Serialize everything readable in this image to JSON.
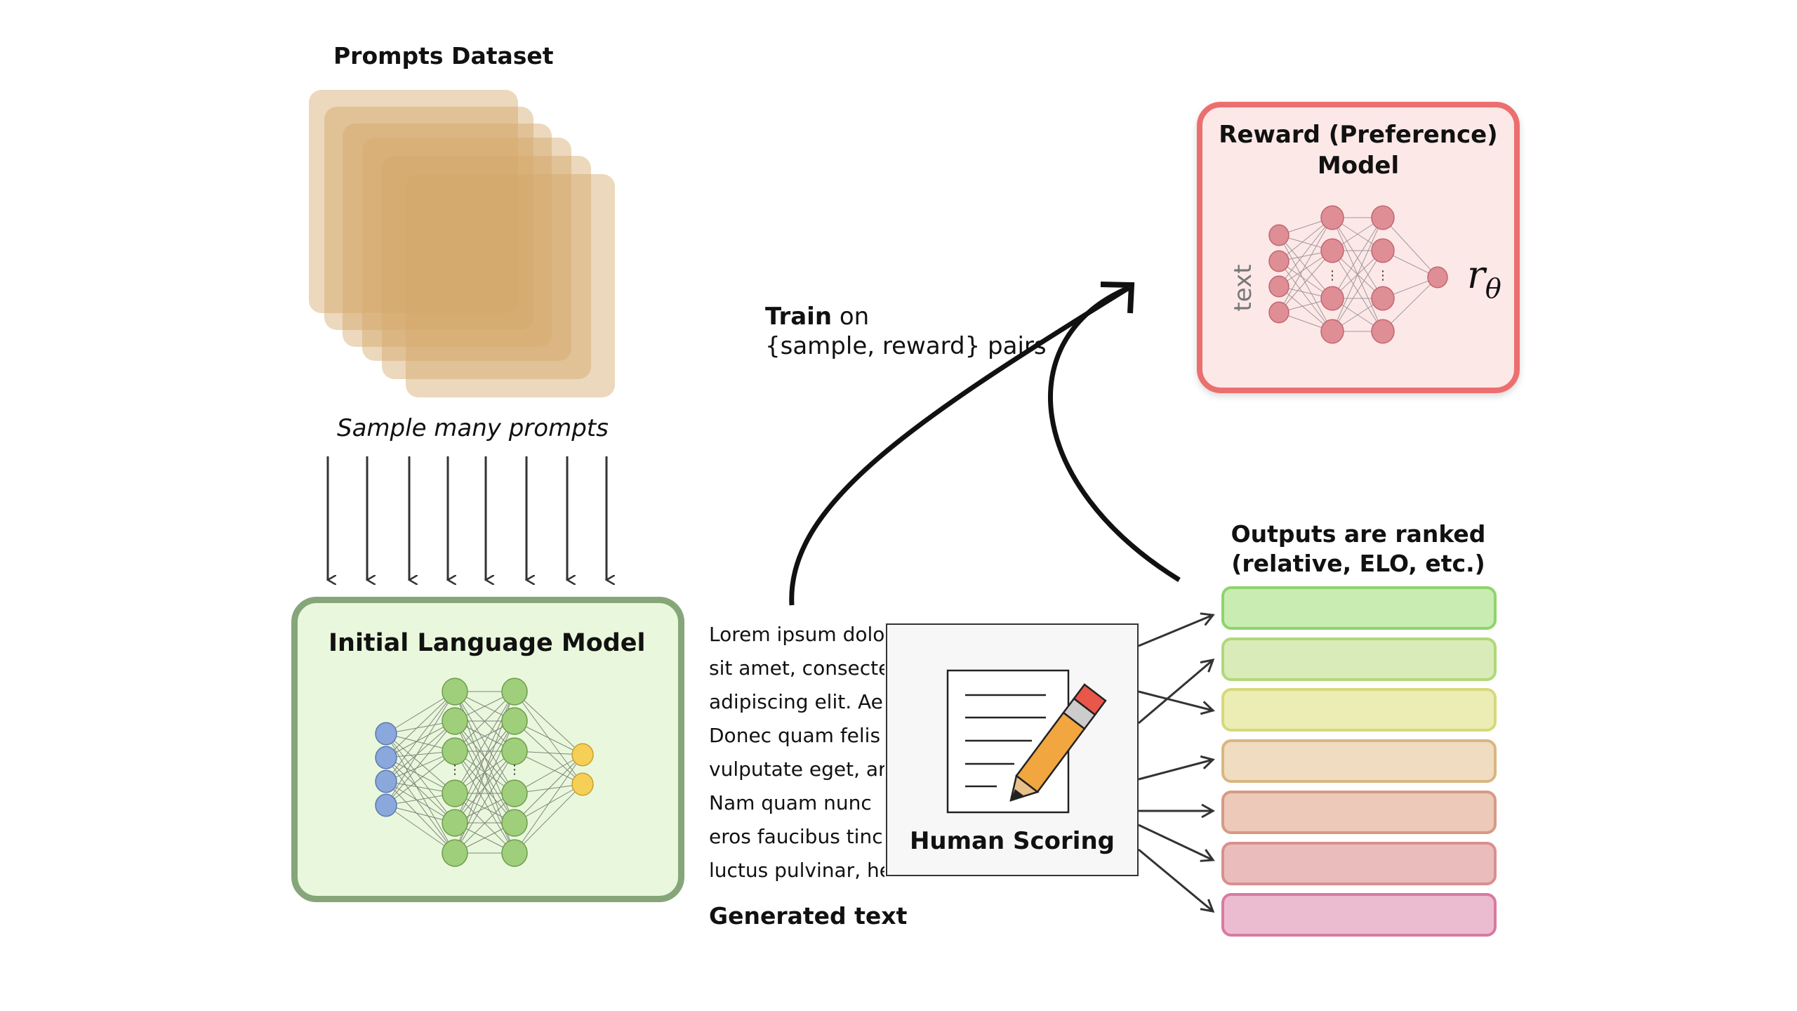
{
  "dataset": {
    "title": "Prompts Dataset"
  },
  "sample_label": "Sample many prompts",
  "initial_lm": {
    "title": "Initial Language Model"
  },
  "generated": {
    "lines": [
      "Lorem ipsum dolor",
      "sit amet, consectet",
      "adipiscing elit. Aen",
      "Donec quam felis",
      "vulputate eget, arc",
      "Nam quam nunc",
      "eros faucibus tincic",
      "luctus pulvinar, her"
    ],
    "title": "Generated text"
  },
  "human_scoring": {
    "label": "Human Scoring"
  },
  "ranked": {
    "title_line1": "Outputs are ranked",
    "title_line2": "(relative, ELO, etc.)"
  },
  "train": {
    "bold": "Train",
    "rest": " on",
    "line2": "{sample, reward} pairs"
  },
  "reward_model": {
    "title_line1": "Reward (Preference)",
    "title_line2": "Model",
    "input_label": "text",
    "output_symbol": "r",
    "output_subscript": "θ"
  },
  "colors": {
    "dataset": "#d4a96a",
    "lm_fill": "#e9f8dc",
    "lm_border": "#86a67a",
    "rm_fill": "#fde8e8",
    "rm_border": "#ec6f70",
    "rank_bars": [
      "#c9ecb3",
      "#d9ebb8",
      "#ecedb4",
      "#f0dcc0",
      "#ecc9b8",
      "#ebbcbc",
      "#ebbcd0"
    ],
    "rank_borders": [
      "#8ed46b",
      "#b0d878",
      "#d6d97a",
      "#d9b680",
      "#d69a84",
      "#d98f8f",
      "#d97aa0"
    ]
  }
}
